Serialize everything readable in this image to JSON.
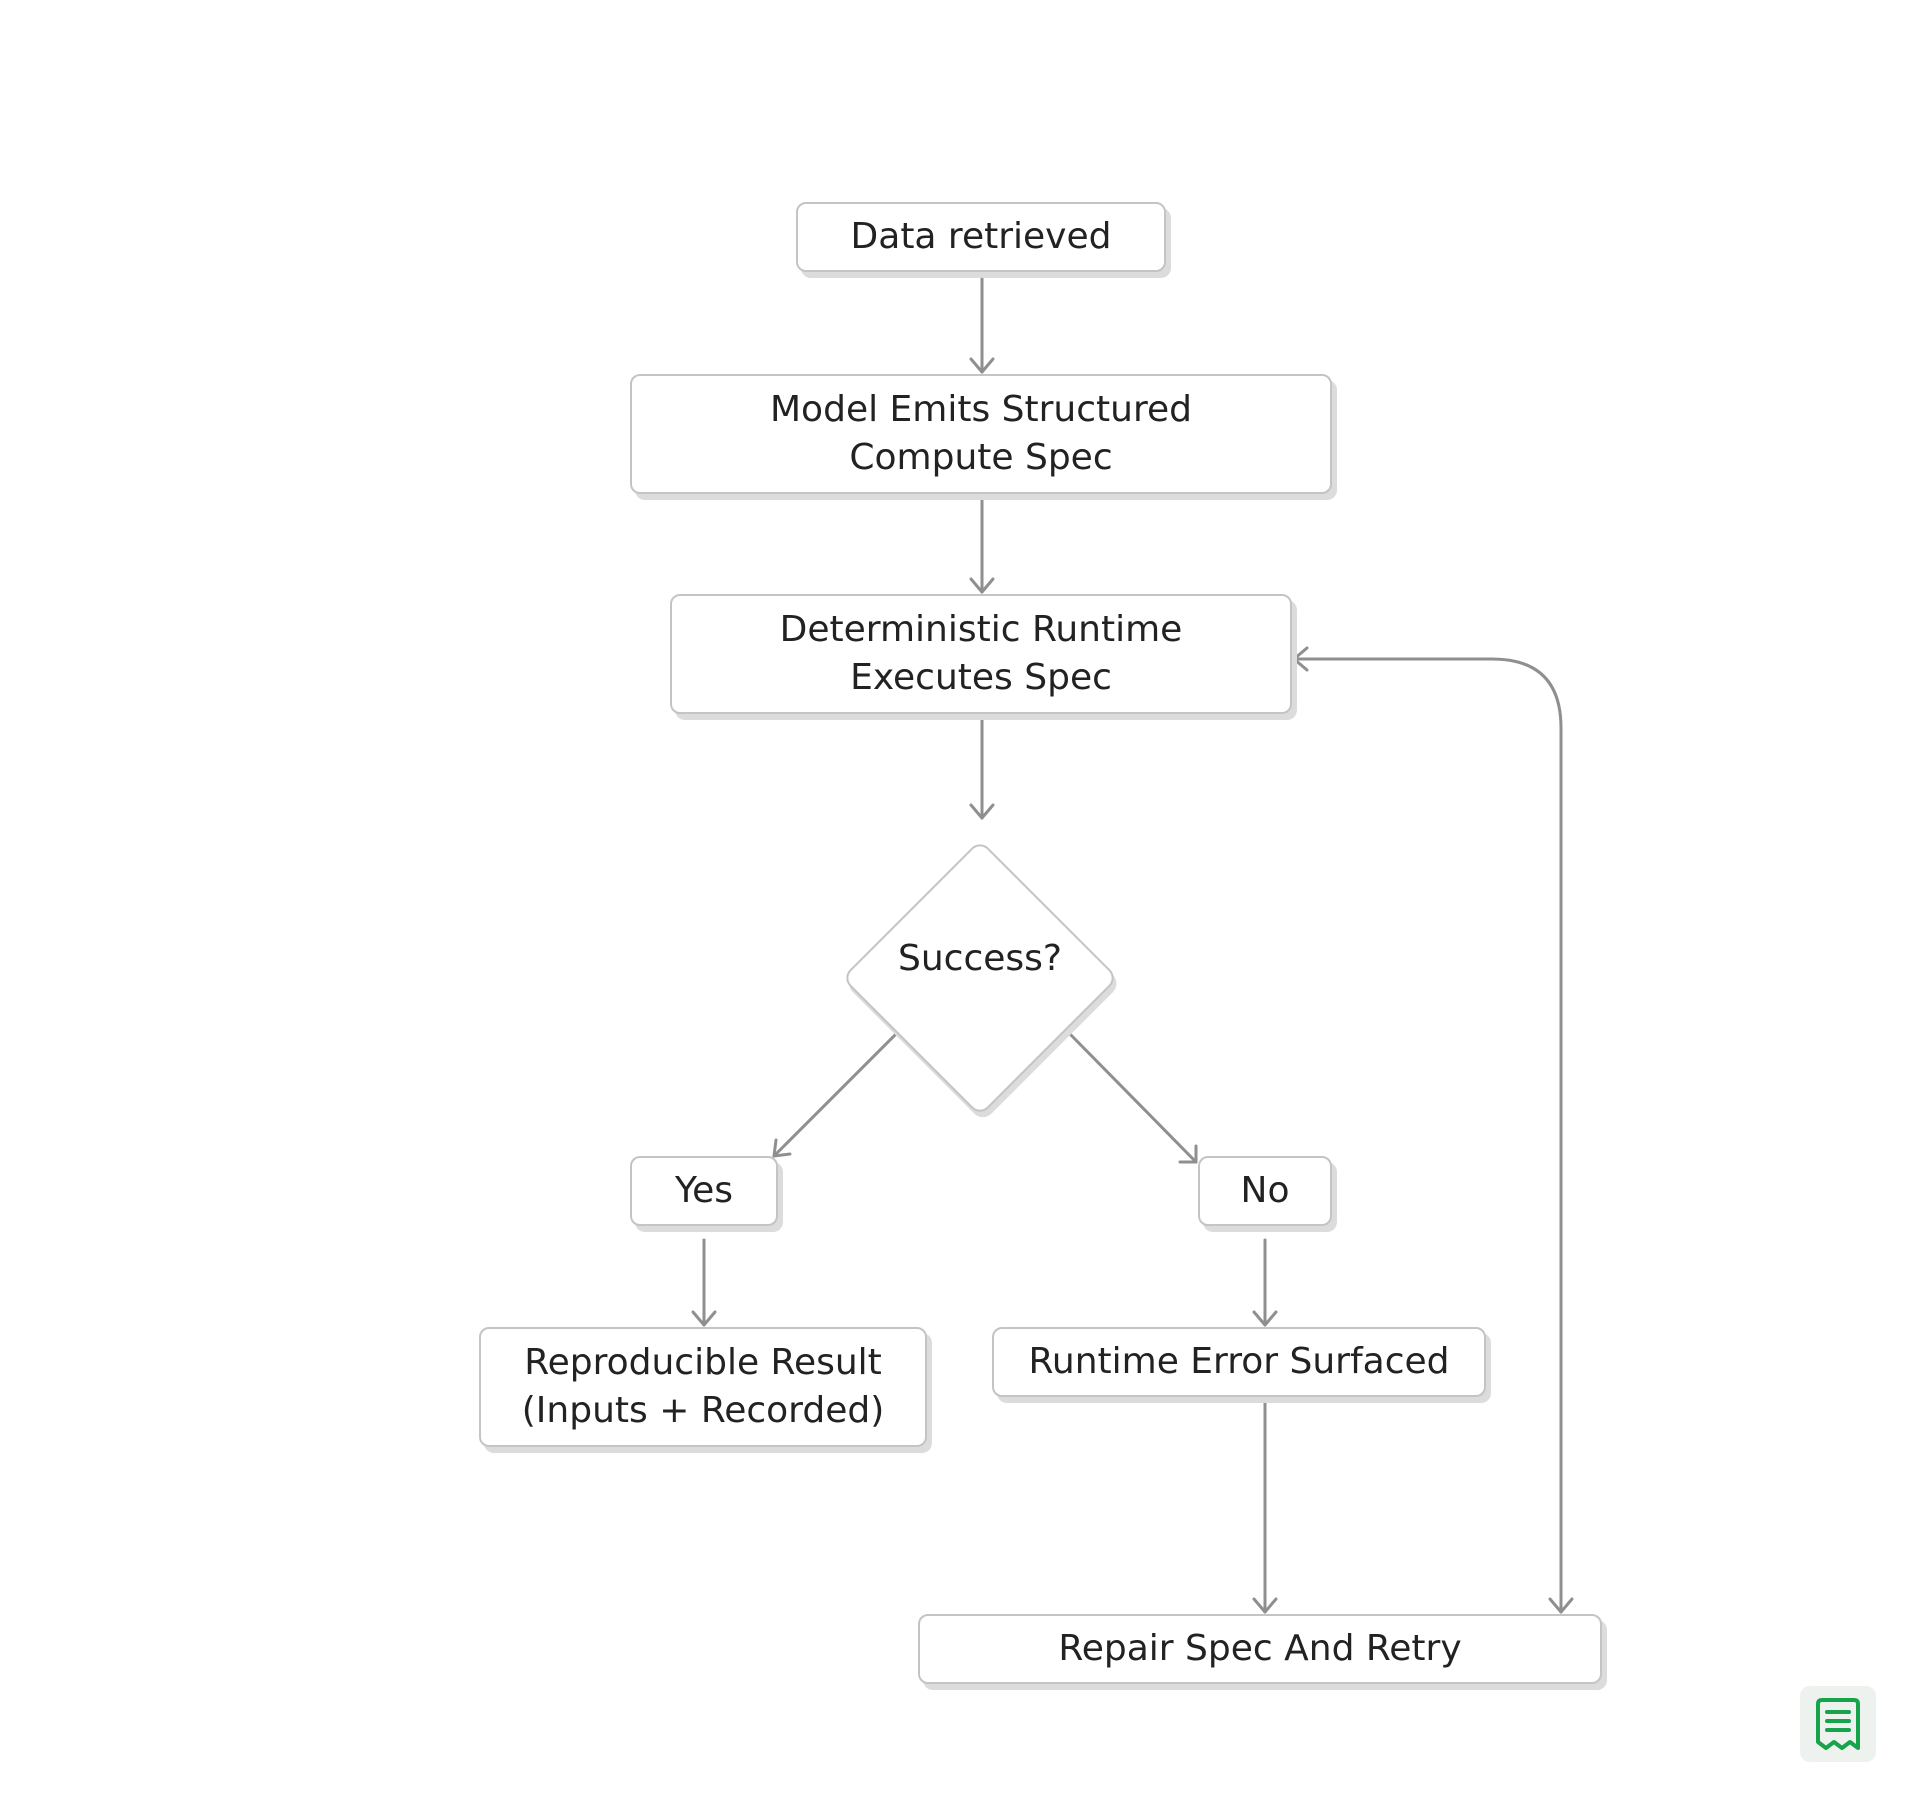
{
  "diagram": {
    "nodes": {
      "data_retrieved": "Data retrieved",
      "model_emits": "Model Emits Structured\nCompute Spec",
      "runtime_executes": "Deterministic Runtime\nExecutes Spec",
      "decision": "Success?",
      "yes": "Yes",
      "no": "No",
      "reproducible": "Reproducible Result\n(Inputs + Recorded)",
      "runtime_error": "Runtime Error Surfaced",
      "repair": "Repair Spec And Retry"
    },
    "edges": [
      {
        "from": "data_retrieved",
        "to": "model_emits"
      },
      {
        "from": "model_emits",
        "to": "runtime_executes"
      },
      {
        "from": "runtime_executes",
        "to": "decision"
      },
      {
        "from": "decision",
        "to": "yes"
      },
      {
        "from": "decision",
        "to": "no"
      },
      {
        "from": "yes",
        "to": "reproducible"
      },
      {
        "from": "no",
        "to": "runtime_error"
      },
      {
        "from": "runtime_error",
        "to": "repair"
      },
      {
        "from": "repair",
        "to": "runtime_executes"
      }
    ],
    "colors": {
      "edge": "#8f8f8f",
      "node_border": "#c4c4c4",
      "badge_icon": "#17a34a"
    },
    "badge_icon": "notes-icon"
  }
}
